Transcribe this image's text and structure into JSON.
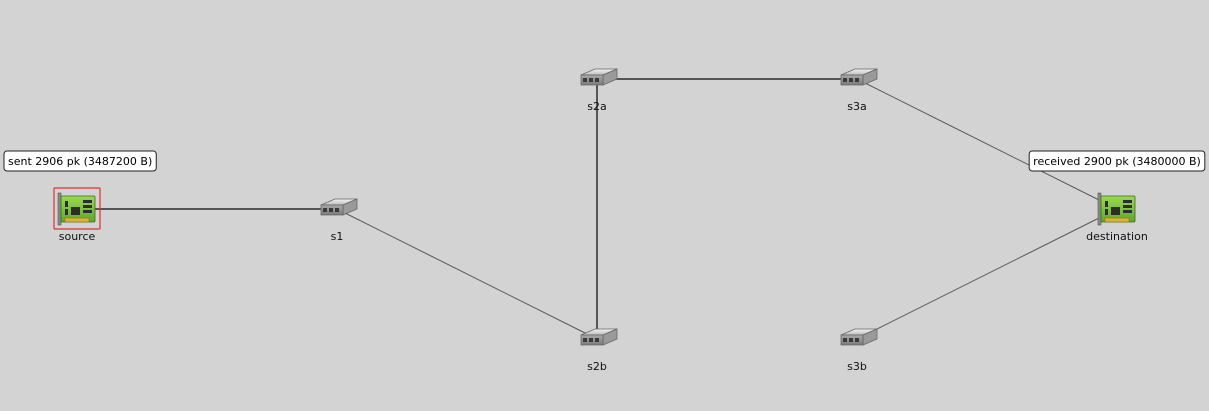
{
  "network": {
    "nodes": {
      "source": {
        "label": "source",
        "icon": "nic-card-icon",
        "selected": true
      },
      "s1": {
        "label": "s1",
        "icon": "switch-icon"
      },
      "s2a": {
        "label": "s2a",
        "icon": "switch-icon"
      },
      "s2b": {
        "label": "s2b",
        "icon": "switch-icon"
      },
      "s3a": {
        "label": "s3a",
        "icon": "switch-icon"
      },
      "s3b": {
        "label": "s3b",
        "icon": "switch-icon"
      },
      "destination": {
        "label": "destination",
        "icon": "nic-card-icon"
      }
    },
    "links": [
      {
        "from": "source",
        "to": "s1",
        "style": "thick"
      },
      {
        "from": "s1",
        "to": "s2b",
        "style": "thin"
      },
      {
        "from": "s2b",
        "to": "s2a",
        "style": "thick"
      },
      {
        "from": "s2a",
        "to": "s3a",
        "style": "thick"
      },
      {
        "from": "s3a",
        "to": "destination",
        "style": "thin"
      },
      {
        "from": "s3b",
        "to": "destination",
        "style": "thin"
      }
    ],
    "bubbles": {
      "source": "sent 2906 pk (3487200 B)",
      "destination": "received 2900 pk (3480000 B)"
    }
  },
  "colors": {
    "background": "#d3d3d3",
    "link": "#555555",
    "selection": "#e03030",
    "card_green": "#7cc43a"
  }
}
